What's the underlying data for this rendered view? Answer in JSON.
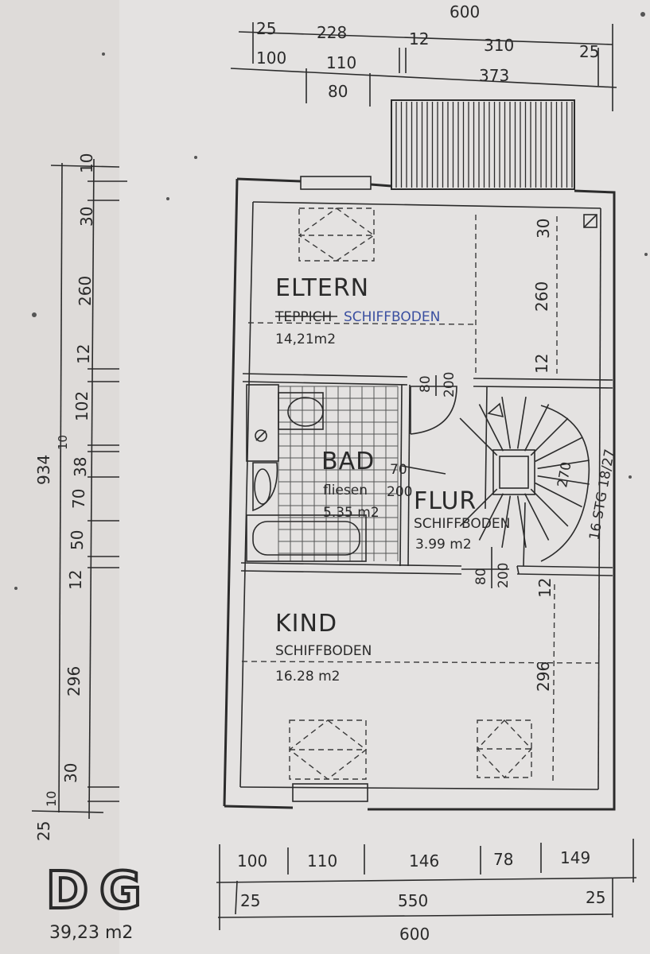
{
  "rooms": {
    "eltern": {
      "name": "ELTERN",
      "floor_struck": "TEPPICH",
      "floor_new": "SCHIFFBODEN",
      "area": "14,21m2"
    },
    "bad": {
      "name": "BAD",
      "floor": "fliesen",
      "area": "5.35 m2",
      "door_w": "70",
      "door_h": "200"
    },
    "flur": {
      "name": "FLUR",
      "floor": "SCHIFFBODEN",
      "area": "3.99 m2"
    },
    "kind": {
      "name": "KIND",
      "floor": "SCHIFFBODEN",
      "area": "16.28 m2"
    }
  },
  "doors": {
    "eltern_w": "80",
    "eltern_h": "200",
    "kind_w": "80",
    "kind_h": "200"
  },
  "stairs": {
    "label": "16 STG 18/27",
    "width": "270"
  },
  "dims": {
    "top_total": "600",
    "top_row1": [
      "25",
      "228",
      "12",
      "310",
      "25"
    ],
    "top_row2": [
      "100",
      "110",
      "373"
    ],
    "top_row3": [
      "80"
    ],
    "left_total": "934",
    "left_row": [
      "10",
      "30",
      "260",
      "12",
      "102",
      "10",
      "38",
      "70",
      "50",
      "12",
      "296",
      "30",
      "10",
      "25"
    ],
    "right_inner": [
      "30",
      "260",
      "12",
      "12",
      "296"
    ],
    "bottom_row1": [
      "100",
      "110",
      "146",
      "78",
      "149"
    ],
    "bottom_row2": [
      "25",
      "550",
      "25"
    ],
    "bottom_total": "600"
  },
  "footer": {
    "floor_code": "DG",
    "total_area": "39,23 m2"
  }
}
